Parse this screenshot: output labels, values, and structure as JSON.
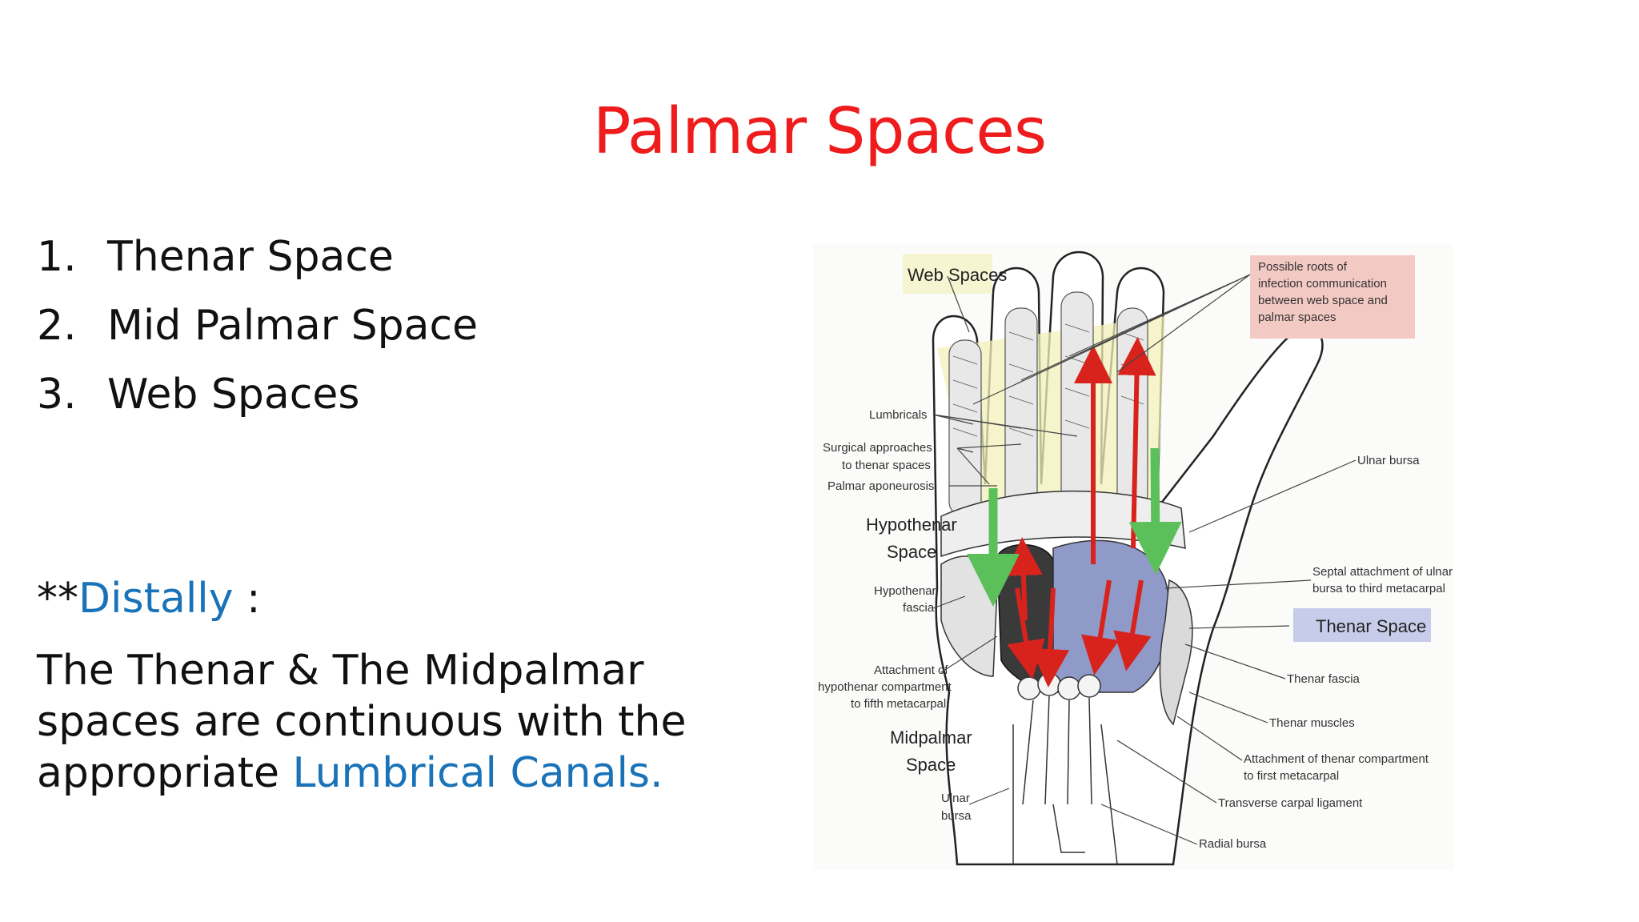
{
  "slide": {
    "title": "Palmar Spaces",
    "list": [
      {
        "number": "1.",
        "text": "Thenar Space"
      },
      {
        "number": "2.",
        "text": "Mid Palmar Space"
      },
      {
        "number": "3.",
        "text": "Web Spaces"
      }
    ],
    "note": {
      "prefix": "**",
      "keyword": "Distally",
      "suffix": " :",
      "body": " The Thenar & The Midpalmar spaces are continuous with the appropriate ",
      "highlight": "Lumbrical Canals."
    }
  },
  "figure": {
    "web_spaces_box": "Web Spaces",
    "roots_box": [
      "Possible roots of",
      "infection communication",
      "between web space and",
      "palmar spaces"
    ],
    "thenar_space_box": "Thenar Space",
    "left_labels": {
      "lumbricals": "Lumbricals",
      "surgical_1": "Surgical approaches",
      "surgical_2": "to thenar spaces",
      "palmar_aponeurosis": "Palmar aponeurosis",
      "hypothenar_space_1": "Hypothenar",
      "hypothenar_space_2": "Space",
      "hypothenar_fascia_1": "Hypothenar",
      "hypothenar_fascia_2": "fascia",
      "attachment_1": "Attachment of",
      "attachment_2": "hypothenar compartment",
      "attachment_3": "to fifth metacarpal",
      "midpalmar_1": "Midpalmar",
      "midpalmar_2": "Space",
      "ulnar_bursa_1": "Ulnar",
      "ulnar_bursa_2": "bursa"
    },
    "right_labels": {
      "ulnar_bursa": "Ulnar bursa",
      "septal_1": "Septal attachment of ulnar",
      "septal_2": "bursa to third metacarpal",
      "thenar_fascia": "Thenar fascia",
      "thenar_muscles": "Thenar muscles",
      "attach_thenar_1": "Attachment of thenar compartment",
      "attach_thenar_2": "to first metacarpal",
      "transverse": "Transverse carpal ligament",
      "radial_bursa": "Radial bursa"
    },
    "colors": {
      "web_box": "#f6f5d2",
      "roots_box": "#f3c9c3",
      "thenar_box": "#c6ccea",
      "thenar_space_fill": "#8f9ac9",
      "midpalmar_fill": "#3a3a3a",
      "arrow_red": "#d8231d",
      "arrow_green": "#5cc05a",
      "tendon_yellow": "#f3f0b8"
    }
  }
}
